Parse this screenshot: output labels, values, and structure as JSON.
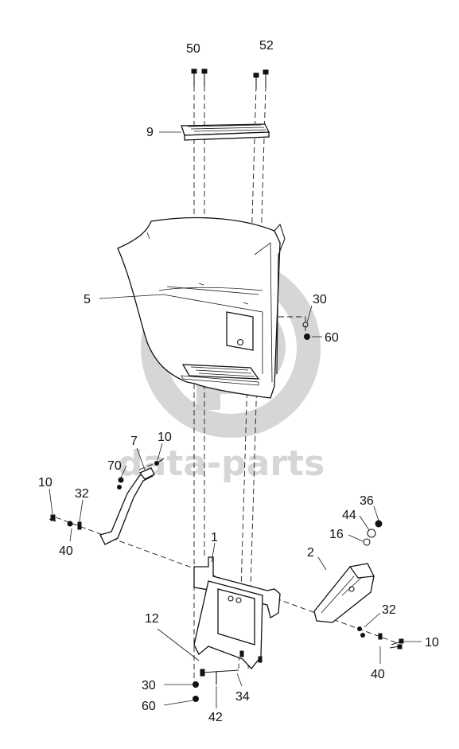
{
  "watermark": {
    "text": "data-parts"
  },
  "callouts": {
    "c50": "50",
    "c52": "52",
    "c9": "9",
    "c5": "5",
    "c30a": "30",
    "c60a": "60",
    "c7": "7",
    "c10a": "10",
    "c70": "70",
    "c10b": "10",
    "c32a": "32",
    "c40a": "40",
    "c36": "36",
    "c44": "44",
    "c16": "16",
    "c1": "1",
    "c2": "2",
    "c32b": "32",
    "c10c": "10",
    "c40b": "40",
    "c12": "12",
    "c30b": "30",
    "c60b": "60",
    "c42": "42",
    "c34": "34"
  }
}
